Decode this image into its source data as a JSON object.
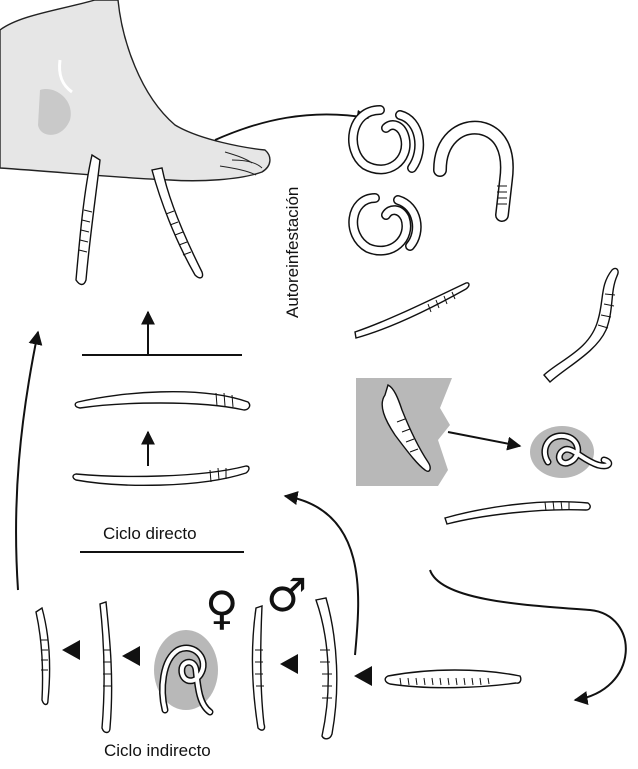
{
  "labels": {
    "direct_cycle": "Ciclo directo",
    "indirect_cycle": "Ciclo indirecto",
    "autoinfection": "Autoreinfestación"
  },
  "symbols": {
    "female": "♀",
    "male": "♂"
  },
  "colors": {
    "stroke": "#111111",
    "skin": "#e8e8e8",
    "shadow": "#b3b3b3",
    "larva_fill": "#ffffff"
  }
}
